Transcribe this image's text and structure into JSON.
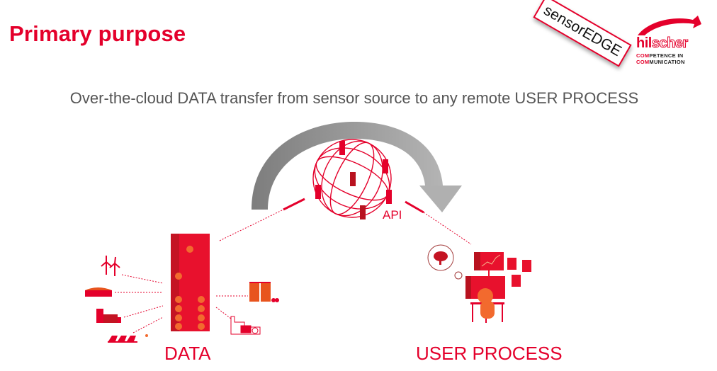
{
  "slide": {
    "title": "Primary purpose",
    "subtitle": "Over-the-cloud DATA transfer from sensor source to any remote USER PROCESS"
  },
  "branding": {
    "stamp": "sensorEDGE",
    "logo_word_a": "hil",
    "logo_word_b": "scher",
    "logo_tag_line1_a": "COM",
    "logo_tag_line1_b": "PETENCE IN",
    "logo_tag_line2_a": "COM",
    "logo_tag_line2_b": "MUNICATION"
  },
  "diagram": {
    "cloud_label": "API",
    "source_label": "DATA",
    "target_label": "USER PROCESS",
    "sources": [
      "wind-turbines-icon",
      "warehouse-icon",
      "factory-icon",
      "solar-panels-icon",
      "silos-icon",
      "plant-icon"
    ]
  },
  "colors": {
    "accent": "#e4002b",
    "dark_accent": "#b8121f",
    "orange": "#f26a2e",
    "arrow_gray": "#8a8a8a",
    "text_gray": "#555555"
  }
}
